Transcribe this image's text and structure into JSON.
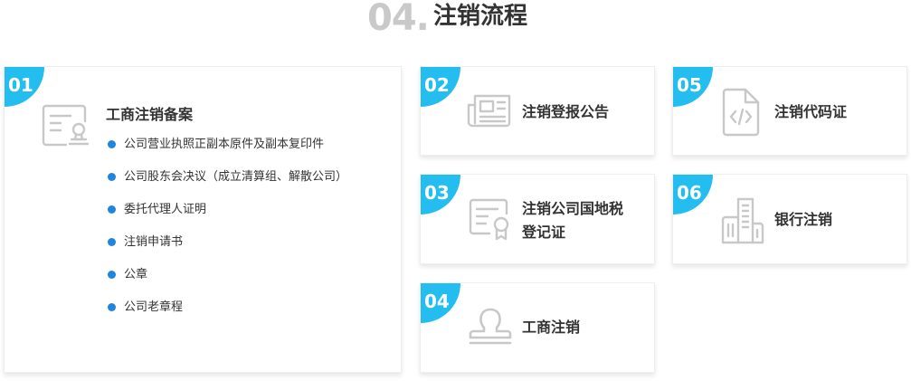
{
  "header": {
    "step_number": "04.",
    "title": "注销流程"
  },
  "colors": {
    "accent": "#24bdf0",
    "bullet": "#1f86e0",
    "icon_stroke": "#c8c8c8",
    "header_number": "#c9c9c9"
  },
  "cards": [
    {
      "number": "01",
      "icon": "id-card-icon",
      "title": "工商注销备案",
      "items": [
        "公司营业执照正副本原件及副本复印件",
        "公司股东会决议（成立清算组、解散公司）",
        "委托代理人证明",
        "注销申请书",
        "公章",
        "公司老章程"
      ]
    },
    {
      "number": "02",
      "icon": "newspaper-icon",
      "title": "注销登报公告"
    },
    {
      "number": "03",
      "icon": "certificate-icon",
      "title_line1": "注销公司国地税",
      "title_line2": "登记证"
    },
    {
      "number": "04",
      "icon": "stamp-icon",
      "title": "工商注销"
    },
    {
      "number": "05",
      "icon": "code-file-icon",
      "title": "注销代码证"
    },
    {
      "number": "06",
      "icon": "bank-building-icon",
      "title": "银行注销"
    }
  ]
}
